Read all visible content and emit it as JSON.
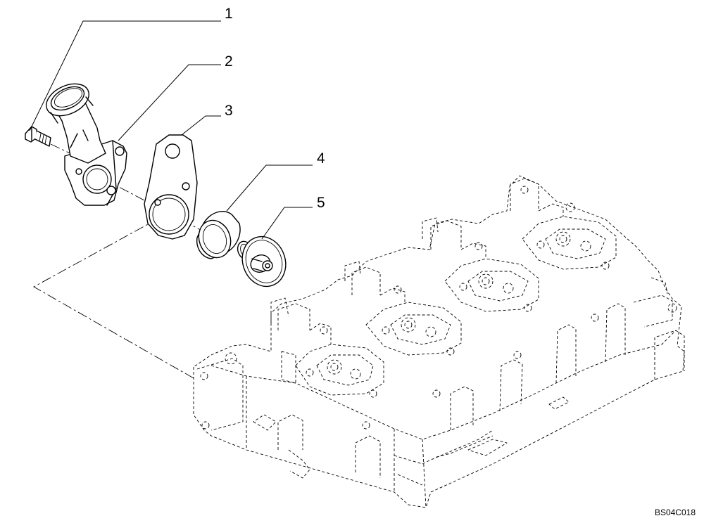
{
  "diagram": {
    "callouts": [
      {
        "id": "1",
        "label": "1"
      },
      {
        "id": "2",
        "label": "2"
      },
      {
        "id": "3",
        "label": "3"
      },
      {
        "id": "4",
        "label": "4"
      },
      {
        "id": "5",
        "label": "5"
      }
    ],
    "reference_code": "BS04C018"
  }
}
